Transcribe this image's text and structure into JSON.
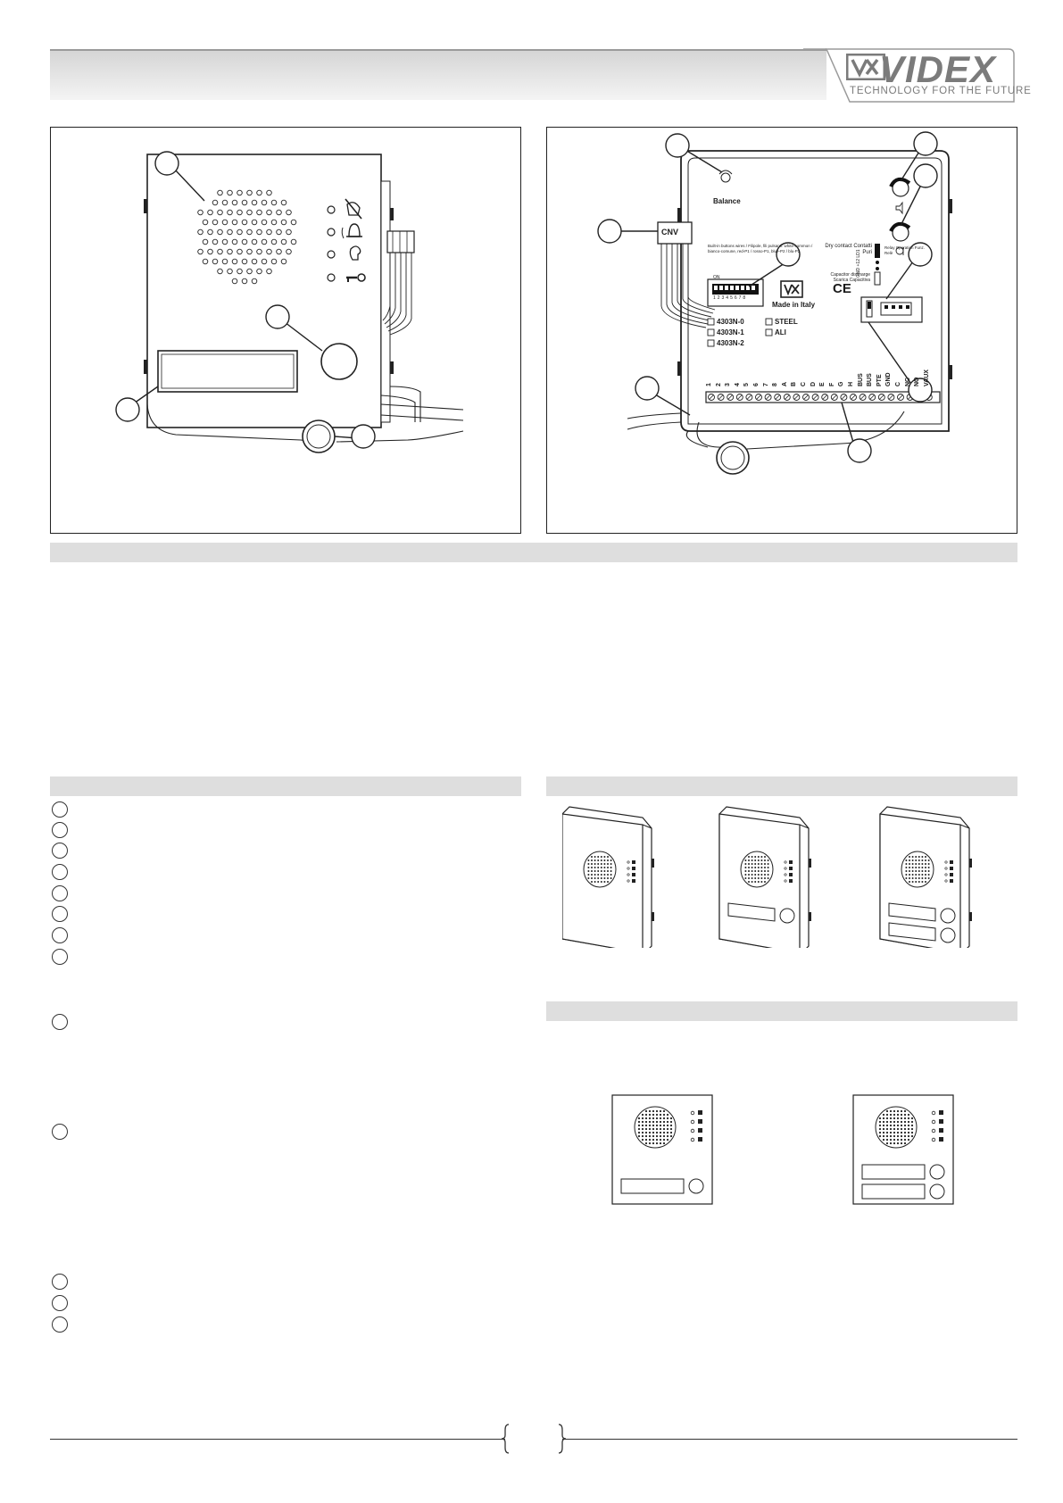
{
  "brand": {
    "name": "VIDEX",
    "tagline": "TECHNOLOGY FOR THE FUTURE"
  },
  "rear_panel": {
    "balance_label": "Balance",
    "cnv_label": "CNV",
    "wire_note": "Built-in buttons wires / Filipole, fili pulsanti: white-common / bianco-comune, red-P1 / rosso-P1, blue-P2 / blu-P2",
    "dry_contact_label": "Dry contact Contatti Puri",
    "relay_label": "Relay Operation Funz. Relè",
    "capacitor_label": "Capacitor discharge Scarica Capacitiva",
    "made_in": "Made in Italy",
    "ce_mark": "CE",
    "dip_label": "ON",
    "dip_numbers": "1 2 3 4 5 6 7 8",
    "jumper_labels": "GND +12 LD1",
    "models": [
      "4303N-0",
      "4303N-1",
      "4303N-2"
    ],
    "finishes": [
      "STEEL",
      "ALI"
    ],
    "terminals": [
      "1",
      "2",
      "3",
      "4",
      "5",
      "6",
      "7",
      "8",
      "A",
      "B",
      "C",
      "D",
      "E",
      "F",
      "G",
      "H",
      "BUS",
      "BUS",
      "PTE",
      "GND",
      "C",
      "NC",
      "NO",
      "VAUX"
    ]
  },
  "icons": [
    "speaker-grille-icon",
    "call-status-icon",
    "bell-icon",
    "speak-icon",
    "door-key-icon",
    "volume-knob-icon",
    "microphone-knob-icon"
  ]
}
